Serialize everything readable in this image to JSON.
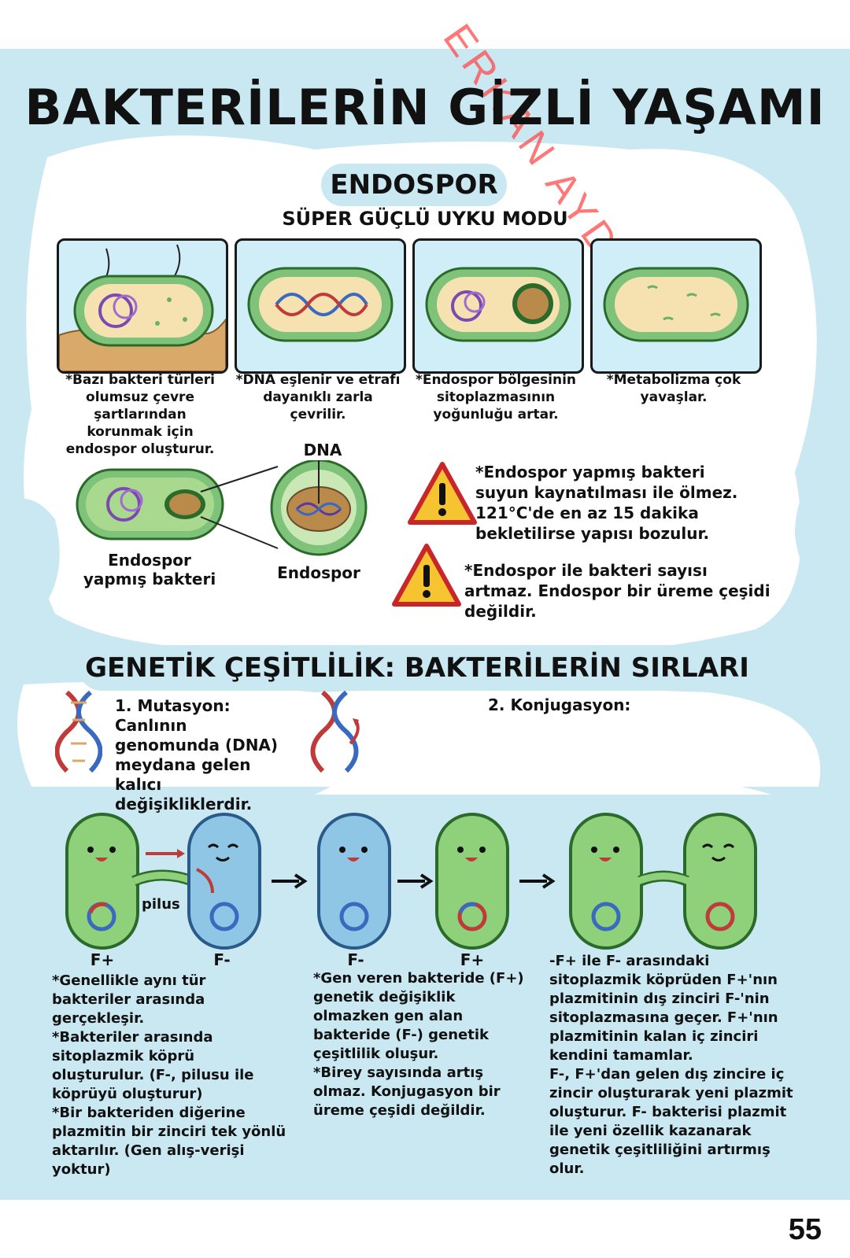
{
  "title": "BAKTERİLERİN GİZLİ YAŞAMI",
  "watermark": "ERKAN AYDEMİR",
  "endospor": {
    "heading": "ENDOSPOR",
    "subheading": "SÜPER GÜÇLÜ UYKU MODU",
    "steps": [
      "*Bazı bakteri türleri olumsuz çevre şartlarından korunmak için endospor oluşturur.",
      "*DNA eşlenir ve etrafı dayanıklı zarla çevrilir.",
      "*Endospor bölgesinin sitoplazmasının yoğunluğu artar.",
      "*Metabolizma çok yavaşlar."
    ],
    "diagram": {
      "dna_label": "DNA",
      "bacterium_label": "Endospor yapmış bakteri",
      "endospore_label": "Endospor"
    },
    "warnings": [
      "*Endospor yapmış bakteri suyun kaynatılması ile ölmez. 121°C'de en az 15 dakika bekletilirse yapısı bozulur.",
      "*Endospor ile bakteri sayısı artmaz. Endospor bir üreme çeşidi değildir."
    ]
  },
  "genetic": {
    "heading": "GENETİK ÇEŞİTLİLİK: BAKTERİLERİN SIRLARI",
    "mutation": "1. Mutasyon: Canlının genomunda (DNA) meydana gelen kalıcı değişikliklerdir.",
    "conjugation": "2. Konjugasyon:",
    "pilus_label": "pilus",
    "fplus": "F+",
    "fminus": "F-",
    "col1": [
      "*Genellikle aynı tür bakteriler arasında gerçekleşir.",
      "*Bakteriler arasında sitoplazmik köprü oluşturulur. (F-, pilusu ile köprüyü oluşturur)",
      "*Bir bakteriden diğerine plazmitin bir zinciri tek yönlü aktarılır. (Gen alış-verişi yoktur)"
    ],
    "col2": [
      "*Gen veren bakteride (F+) genetik değişiklik olmazken gen alan bakteride (F-) genetik çeşitlilik oluşur.",
      "*Birey sayısında artış olmaz. Konjugasyon bir üreme çeşidi değildir."
    ],
    "col3": [
      "-F+ ile F- arasındaki sitoplazmik köprüden F+'nın plazmitinin dış zinciri F-'nin sitoplazmasına geçer. F+'nın plazmitinin kalan iç zinciri kendini tamamlar.",
      " F-, F+'dan gelen dış zincire iç zincir oluşturarak yeni plazmit oluşturur. F- bakterisi plazmit ile yeni özellik kazanarak genetik çeşitliliğini artırmış olur."
    ]
  },
  "page_number": "55"
}
